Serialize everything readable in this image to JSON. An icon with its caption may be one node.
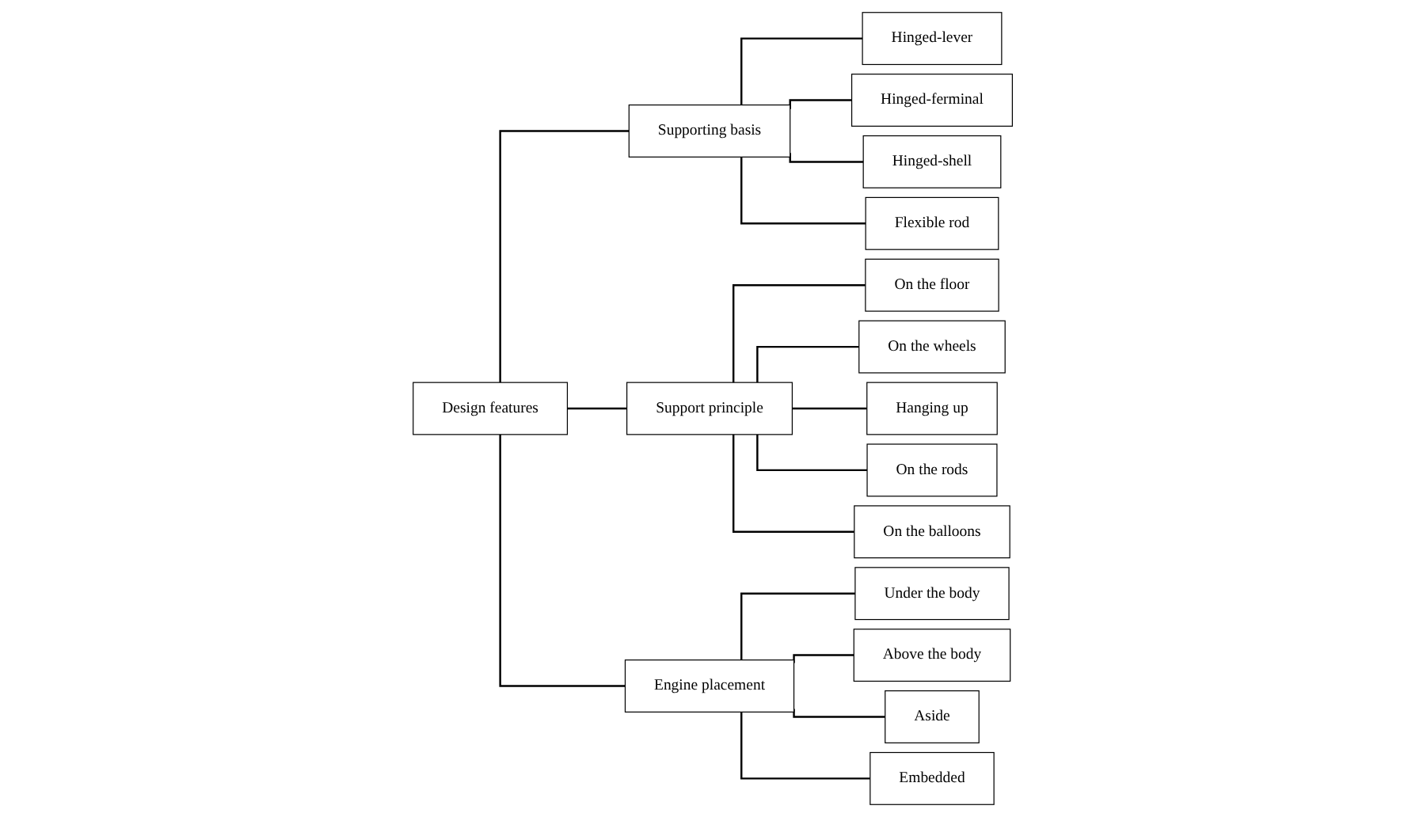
{
  "diagram": {
    "nodes": [
      {
        "text": [
          "Design features"
        ]
      },
      {
        "text": [
          "Supporting basis"
        ]
      },
      {
        "text": [
          "Hinged-lever"
        ]
      },
      {
        "text": [
          "Hinged-ferminal"
        ]
      },
      {
        "text": [
          "Hinged-shell"
        ]
      },
      {
        "text": [
          "Flexible rod"
        ]
      },
      {
        "text": [
          "Support principle"
        ]
      },
      {
        "text": [
          "On the floor"
        ]
      },
      {
        "text": [
          "On the wheels"
        ]
      },
      {
        "text": [
          "Hanging up"
        ]
      },
      {
        "text": [
          "On the rods"
        ]
      },
      {
        "text": [
          "On the balloons"
        ]
      },
      {
        "text": [
          "Engine placement"
        ]
      },
      {
        "text": [
          "Under the body"
        ]
      },
      {
        "text": [
          "Above the body"
        ]
      },
      {
        "text": [
          "Aside"
        ]
      },
      {
        "text": [
          "Embedded"
        ]
      }
    ],
    "edges": [
      {
        "from": 0,
        "to": 1,
        "arrow": "none"
      },
      {
        "from": 0,
        "to": 6,
        "arrow": "none"
      },
      {
        "from": 0,
        "to": 12,
        "arrow": "none"
      },
      {
        "from": 1,
        "to": 2,
        "arrow": "none"
      },
      {
        "from": 1,
        "to": 3,
        "arrow": "none"
      },
      {
        "from": 1,
        "to": 4,
        "arrow": "none"
      },
      {
        "from": 1,
        "to": 5,
        "arrow": "none"
      },
      {
        "from": 6,
        "to": 7,
        "arrow": "none"
      },
      {
        "from": 6,
        "to": 8,
        "arrow": "none"
      },
      {
        "from": 6,
        "to": 9,
        "arrow": "none"
      },
      {
        "from": 6,
        "to": 10,
        "arrow": "none"
      },
      {
        "from": 6,
        "to": 11,
        "arrow": "none"
      },
      {
        "from": 12,
        "to": 13,
        "arrow": "none"
      },
      {
        "from": 12,
        "to": 14,
        "arrow": "none"
      },
      {
        "from": 12,
        "to": 15,
        "arrow": "none"
      },
      {
        "from": 12,
        "to": 16,
        "arrow": "none"
      }
    ]
  }
}
